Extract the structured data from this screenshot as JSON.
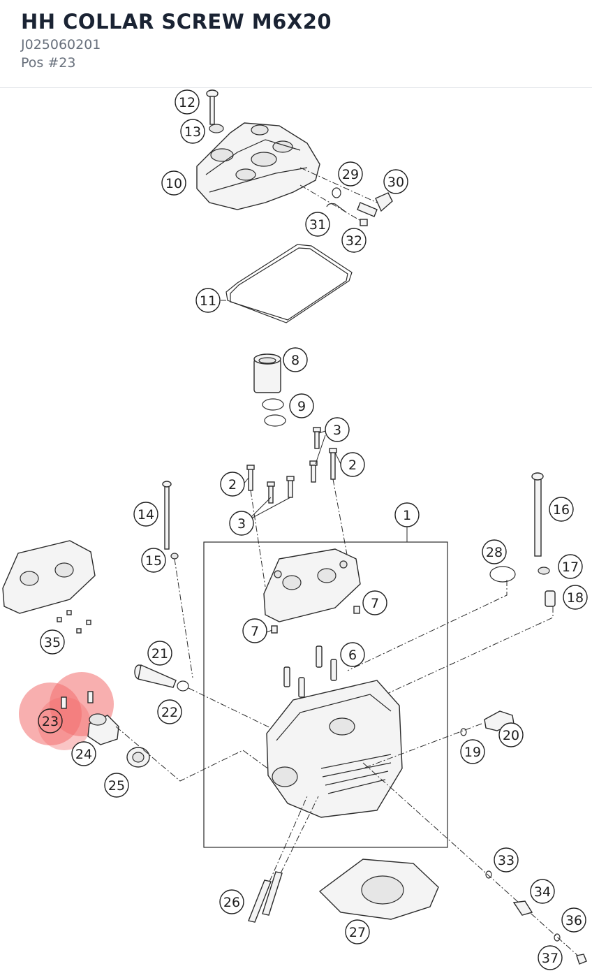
{
  "header": {
    "title": "HH COLLAR SCREW M6X20",
    "part_number": "J025060201",
    "position": "Pos #23"
  },
  "highlight": {
    "color": "#f26d6d",
    "position_number": "23"
  },
  "callouts": [
    {
      "id": "c12",
      "label": "12"
    },
    {
      "id": "c13",
      "label": "13"
    },
    {
      "id": "c10",
      "label": "10"
    },
    {
      "id": "c29",
      "label": "29"
    },
    {
      "id": "c30",
      "label": "30"
    },
    {
      "id": "c31",
      "label": "31"
    },
    {
      "id": "c32",
      "label": "32"
    },
    {
      "id": "c11",
      "label": "11"
    },
    {
      "id": "c8",
      "label": "8"
    },
    {
      "id": "c9",
      "label": "9"
    },
    {
      "id": "c3a",
      "label": "3"
    },
    {
      "id": "c2a",
      "label": "2"
    },
    {
      "id": "c2b",
      "label": "2"
    },
    {
      "id": "c3b",
      "label": "3"
    },
    {
      "id": "c1",
      "label": "1"
    },
    {
      "id": "c14",
      "label": "14"
    },
    {
      "id": "c16",
      "label": "16"
    },
    {
      "id": "c15",
      "label": "15"
    },
    {
      "id": "c28",
      "label": "28"
    },
    {
      "id": "c17",
      "label": "17"
    },
    {
      "id": "c18",
      "label": "18"
    },
    {
      "id": "c7a",
      "label": "7"
    },
    {
      "id": "c7b",
      "label": "7"
    },
    {
      "id": "c35",
      "label": "35"
    },
    {
      "id": "c21",
      "label": "21"
    },
    {
      "id": "c6",
      "label": "6"
    },
    {
      "id": "c22",
      "label": "22"
    },
    {
      "id": "c23",
      "label": "23"
    },
    {
      "id": "c20",
      "label": "20"
    },
    {
      "id": "c24",
      "label": "24"
    },
    {
      "id": "c19",
      "label": "19"
    },
    {
      "id": "c25",
      "label": "25"
    },
    {
      "id": "c33",
      "label": "33"
    },
    {
      "id": "c34",
      "label": "34"
    },
    {
      "id": "c26",
      "label": "26"
    },
    {
      "id": "c36",
      "label": "36"
    },
    {
      "id": "c27",
      "label": "27"
    },
    {
      "id": "c37",
      "label": "37"
    }
  ]
}
